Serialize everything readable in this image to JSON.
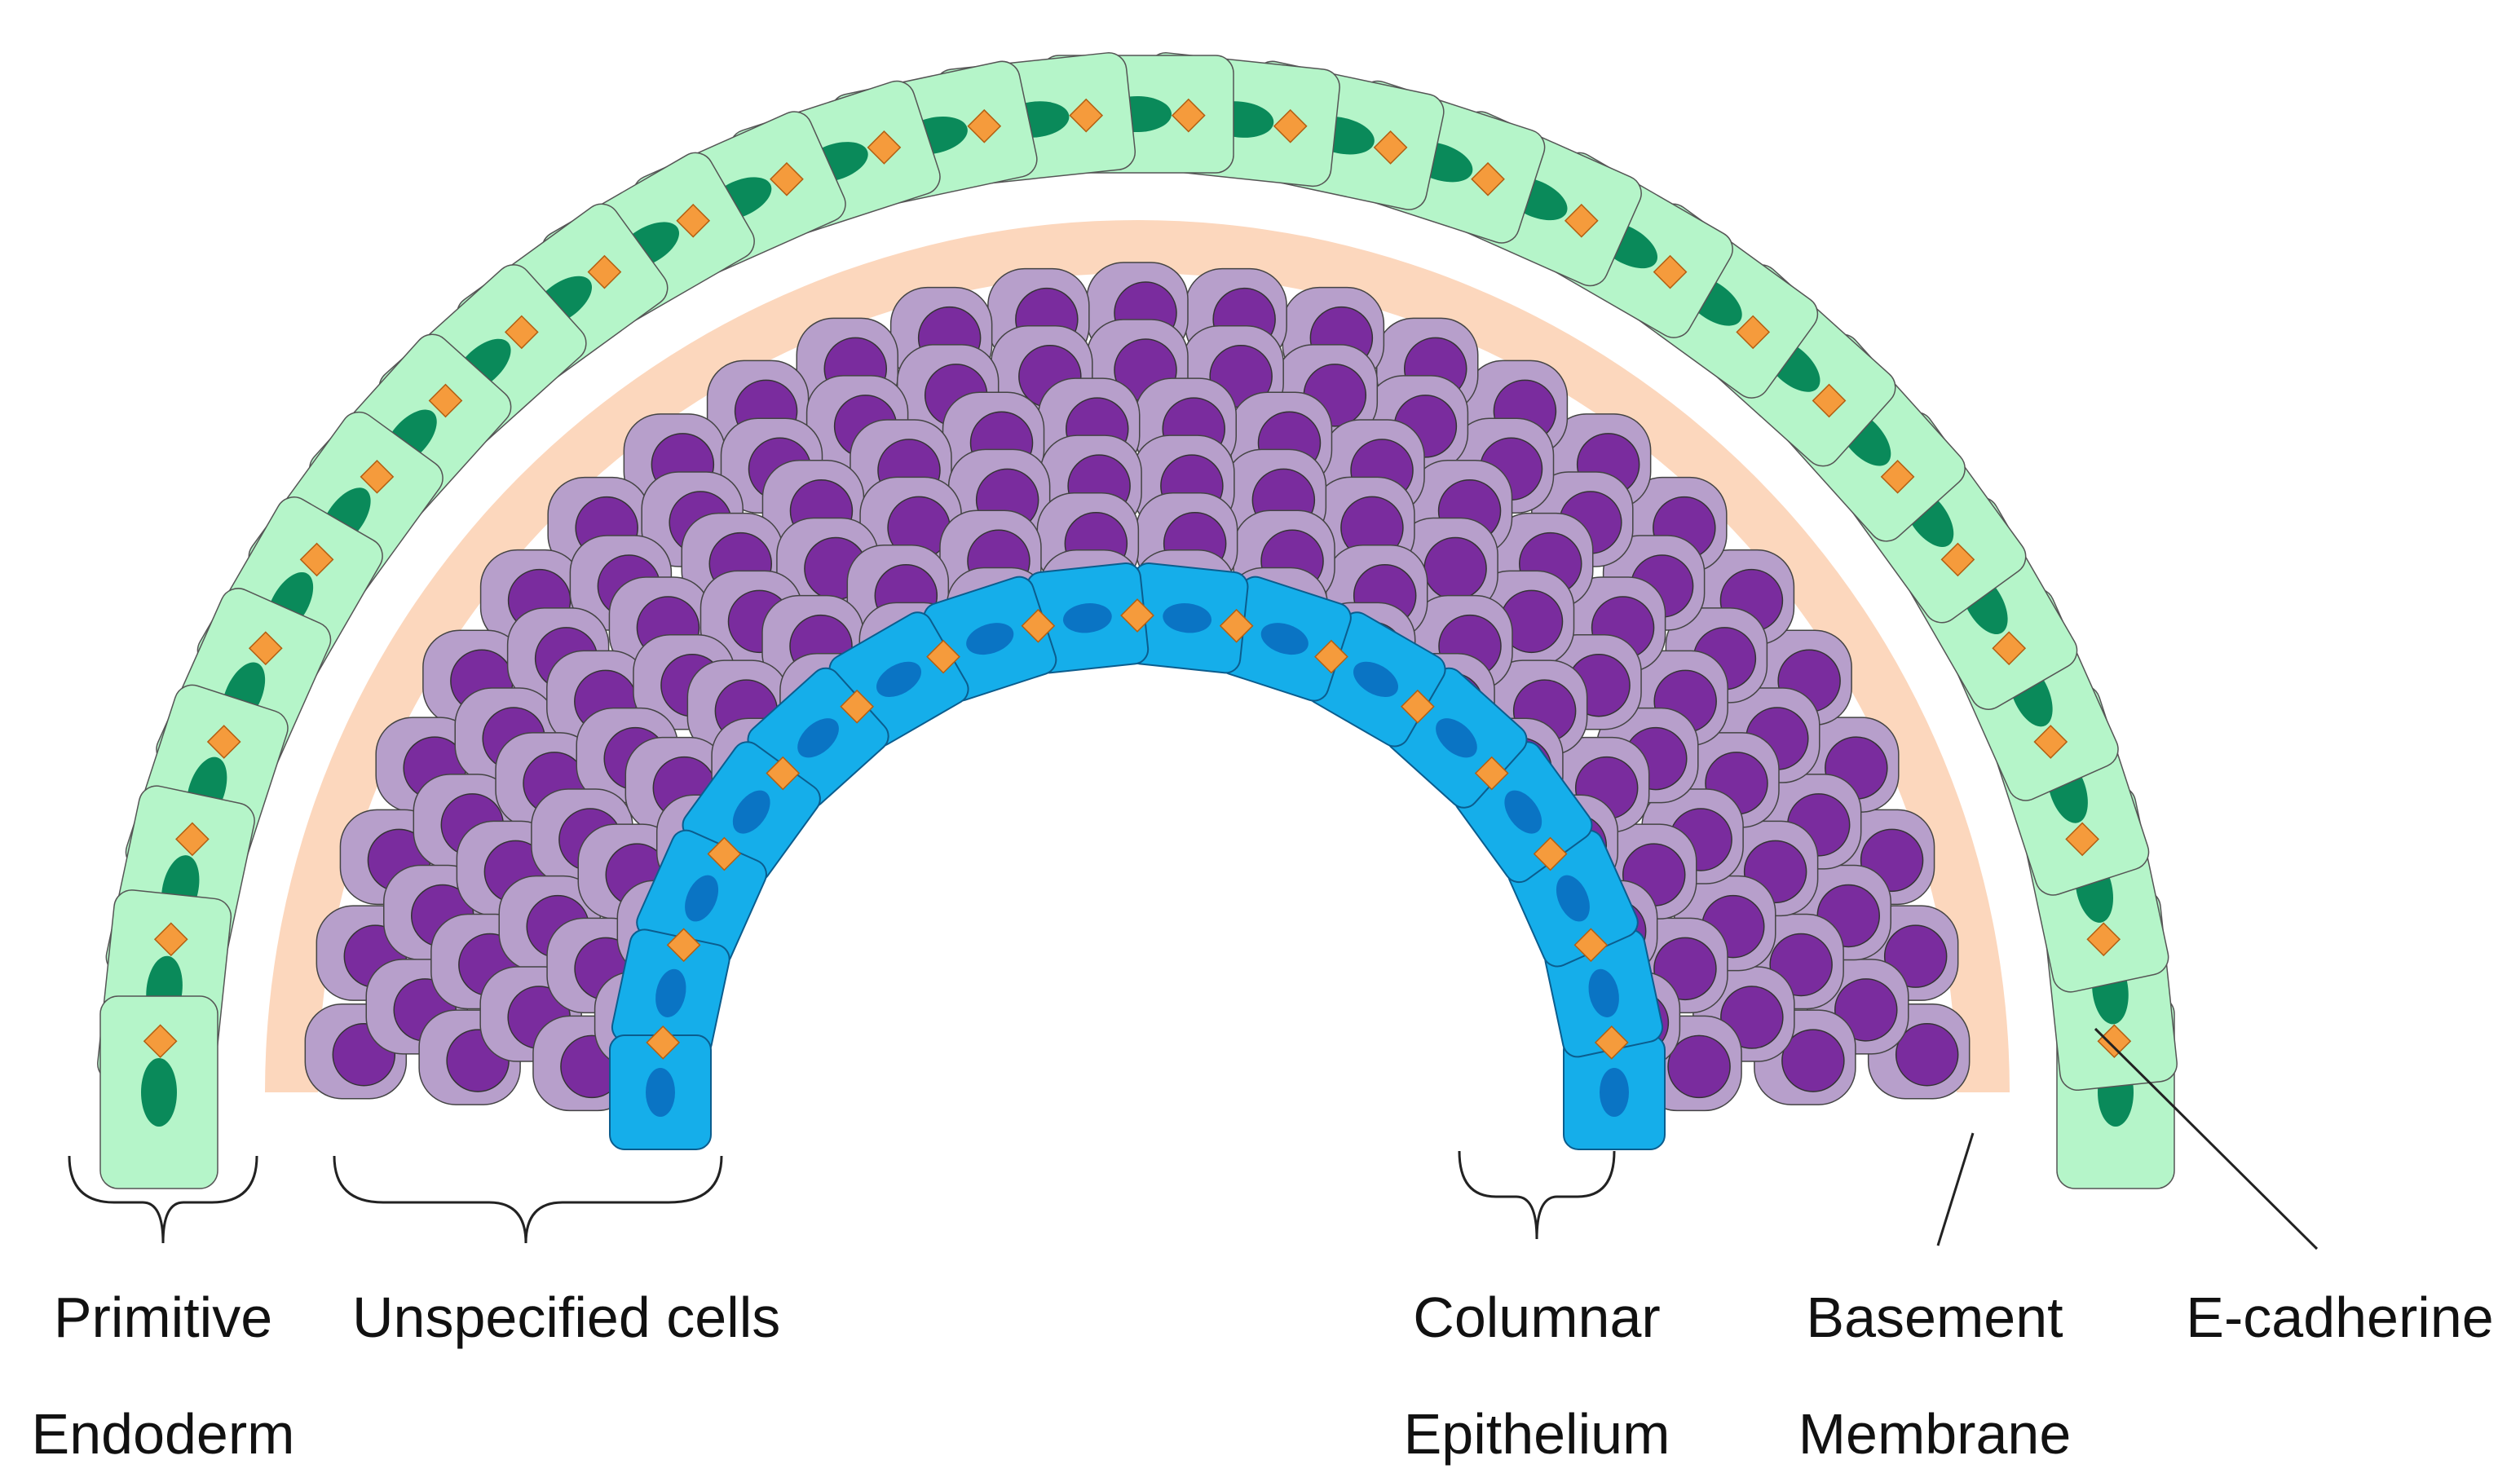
{
  "labels": {
    "primitive_endoderm": [
      "Primitive",
      "Endoderm"
    ],
    "unspecified_cells": "Unspecified cells",
    "columnar_epithelium": [
      "Columnar",
      "Epithelium"
    ],
    "basement_membrane": [
      "Basement",
      "Membrane"
    ],
    "e_cadherine": "E-cadherine"
  },
  "colors": {
    "endoderm_cell": "#b5f5c9",
    "endoderm_nucleus": "#0a8a5a",
    "basement_membrane": "#fcd7bd",
    "unspecified_cell": "#b79fcb",
    "unspecified_nucleus": "#7a2c9e",
    "epithelium_cell": "#15aeea",
    "epithelium_nucleus": "#0a74c4",
    "e_cadherine": "#f59b3c",
    "outline": "#444444"
  }
}
